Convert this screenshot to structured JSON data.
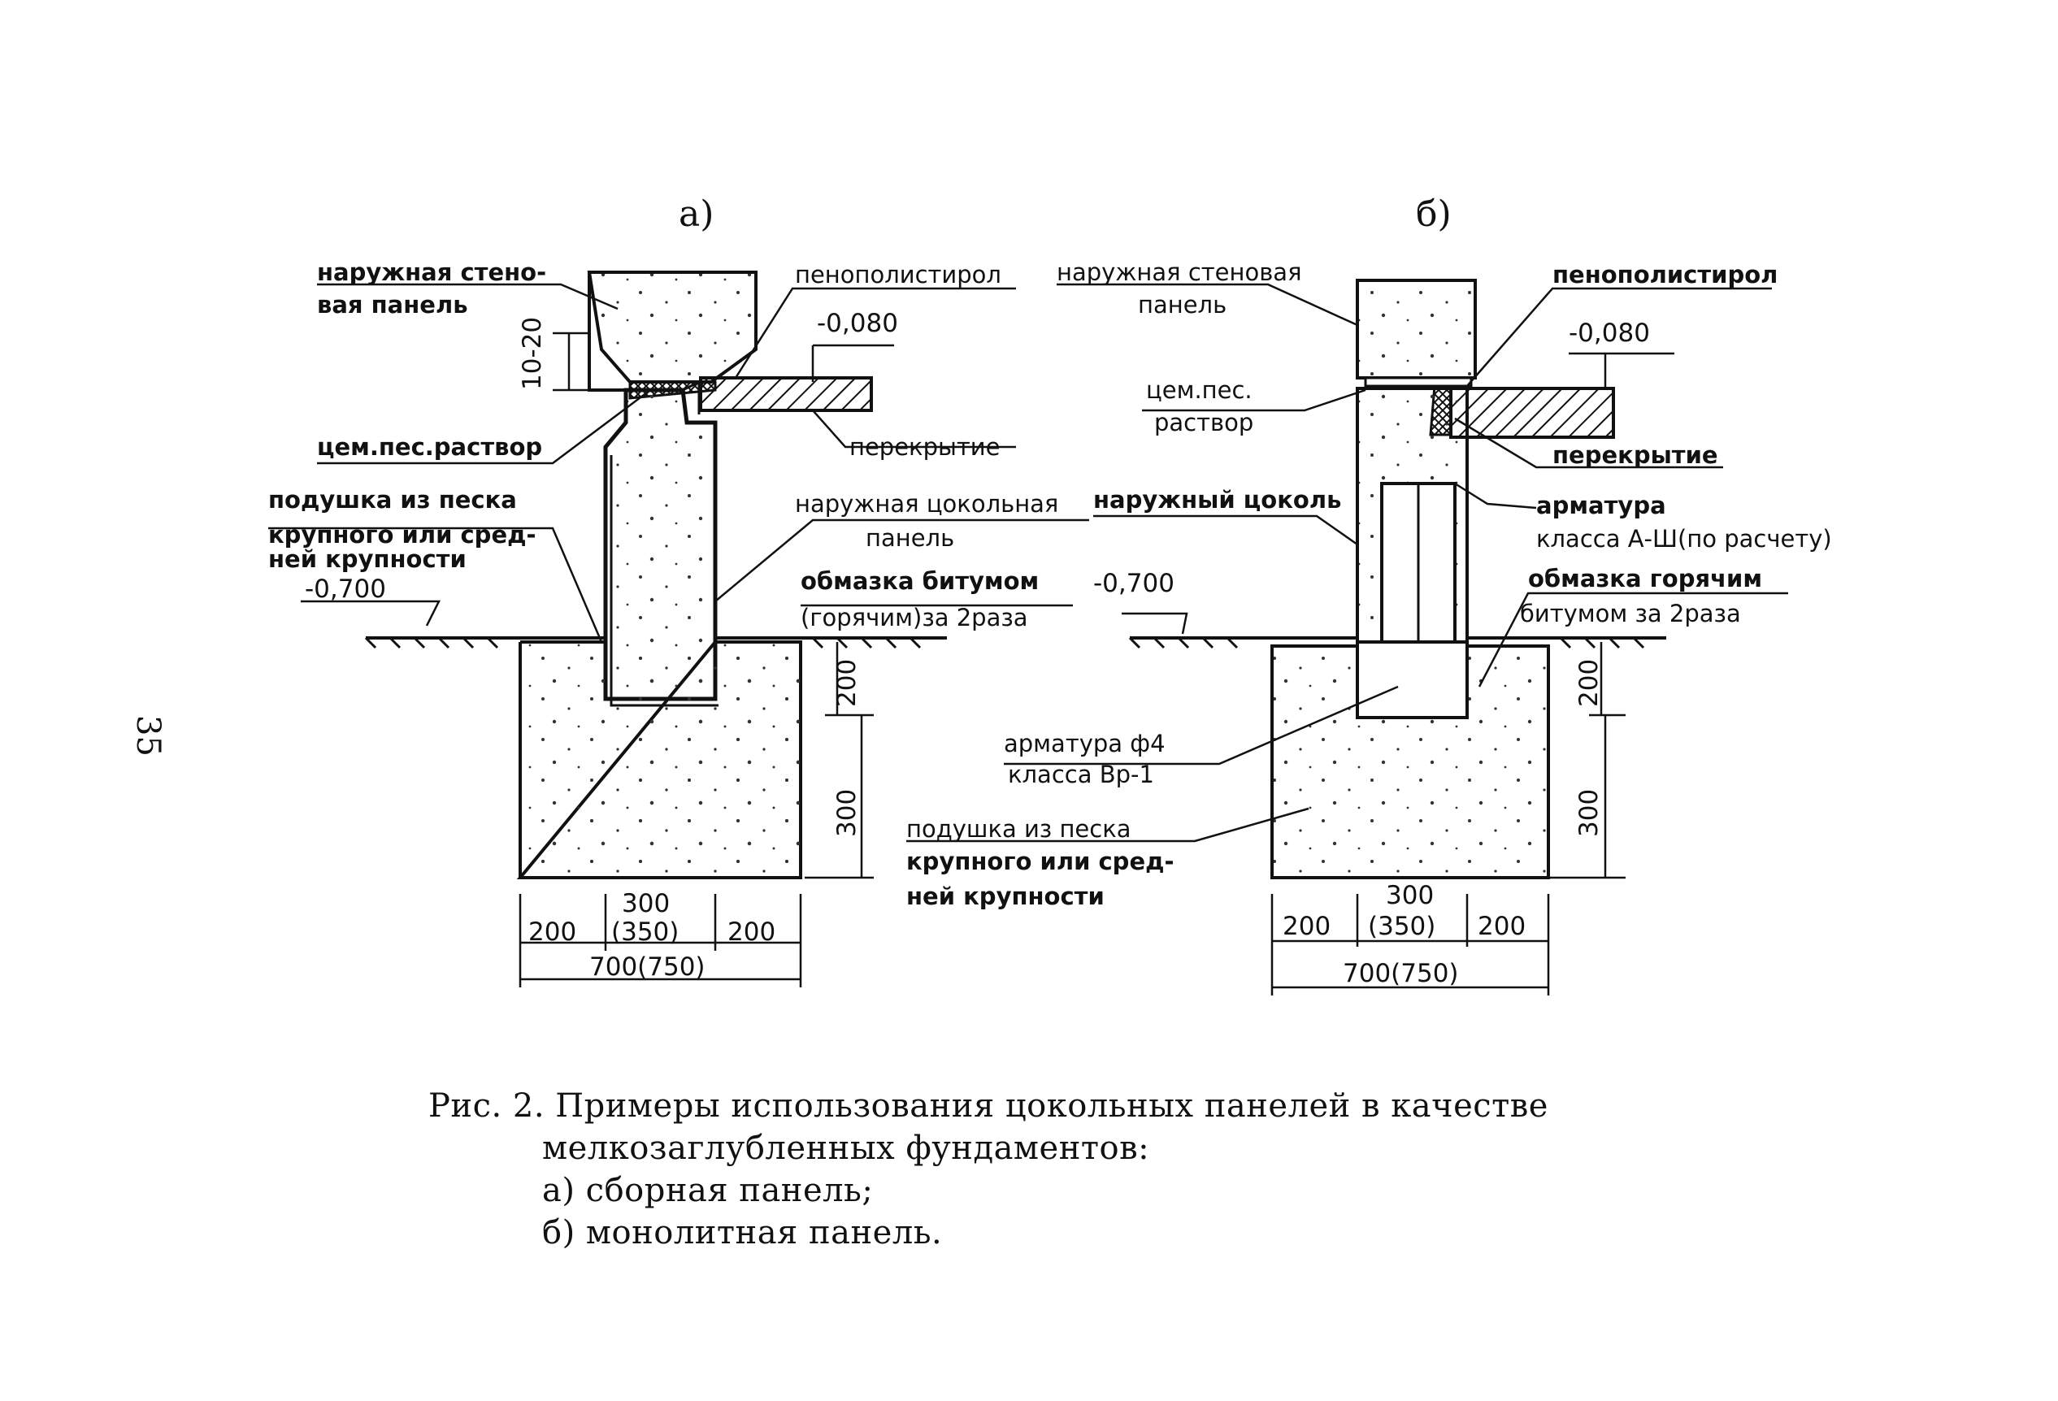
{
  "page_number": "35",
  "figures": {
    "a": {
      "title": "а)",
      "labels": {
        "outer_wall_1": "наружная стено-",
        "outer_wall_2": "вая панель",
        "polystyrene": "пенополистирол",
        "level_top": "-0,080",
        "dim_10_20": "10-20",
        "mortar": "цем.пес.раствор",
        "slab": "перекрытие",
        "cushion_1": "подушка из песка",
        "cushion_2": "крупного или сред-",
        "cushion_3": "ней крупности",
        "level_ground": "-0,700",
        "plinth_1": "наружная цокольная",
        "plinth_2": "панель",
        "bitumen_1": "обмазка битумом",
        "bitumen_2": "(горячим)за 2раза",
        "dim_200": "200",
        "dim_300_v": "300",
        "dim_300": "300",
        "dim_350": "(350)",
        "dim_200_left": "200",
        "dim_200_right": "200",
        "dim_total": "700(750)"
      }
    },
    "b": {
      "title": "б)",
      "labels": {
        "outer_wall_1": "наружная стеновая",
        "outer_wall_2": "панель",
        "polystyrene": "пенополистирол",
        "level_top": "-0,080",
        "mortar_1": "цем.пес.",
        "mortar_2": "раствор",
        "slab": "перекрытие",
        "plinth": "наружный цоколь",
        "rebar_1": "арматура",
        "rebar_2": "класса А-Ш(по расчету)",
        "level_ground": "-0,700",
        "bitumen_1": "обмазка горячим",
        "bitumen_2": "битумом за 2раза",
        "rebar_f4_1": "арматура ф4",
        "rebar_f4_2": "класса Вр-1",
        "cushion_1": "подушка из песка",
        "cushion_2": "крупного или сред-",
        "cushion_3": "ней крупности",
        "dim_200": "200",
        "dim_300_v": "300",
        "dim_300": "300",
        "dim_350": "(350)",
        "dim_200_left": "200",
        "dim_200_right": "200",
        "dim_total": "700(750)"
      }
    }
  },
  "caption": {
    "line1": "Рис. 2. Примеры использования цокольных панелей в качестве",
    "line2": "мелкозаглубленных фундаментов:",
    "line3": "а) сборная панель;",
    "line4": "б) монолитная панель."
  }
}
